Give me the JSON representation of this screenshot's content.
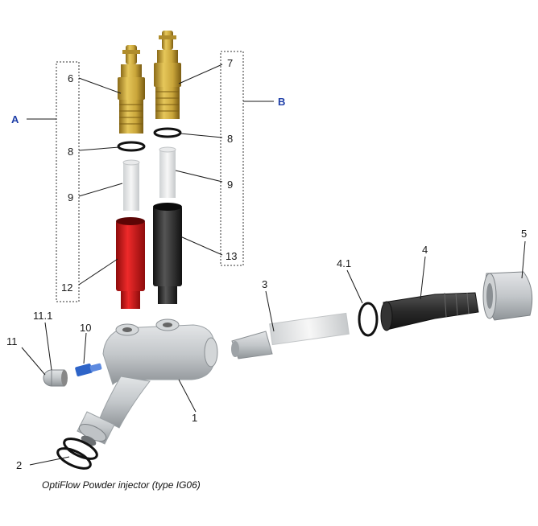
{
  "caption": "OptiFlow Powder injector (type IG06)",
  "groups": {
    "a": "A",
    "b": "B"
  },
  "labels": {
    "p1": "1",
    "p2": "2",
    "p3": "3",
    "p4": "4",
    "p4_1": "4.1",
    "p5": "5",
    "p6": "6",
    "p7": "7",
    "p8_left": "8",
    "p8_right": "8",
    "p9_left": "9",
    "p9_right": "9",
    "p10": "10",
    "p11": "11",
    "p11_1": "11.1",
    "p12": "12",
    "p13": "13"
  },
  "colors": {
    "brass": "#c9a53a",
    "red": "#d81e1e",
    "black": "#2a2a2a",
    "grey": "#bfc3c6",
    "blue": "#2e64c8",
    "group_label": "#1f3fa8"
  }
}
